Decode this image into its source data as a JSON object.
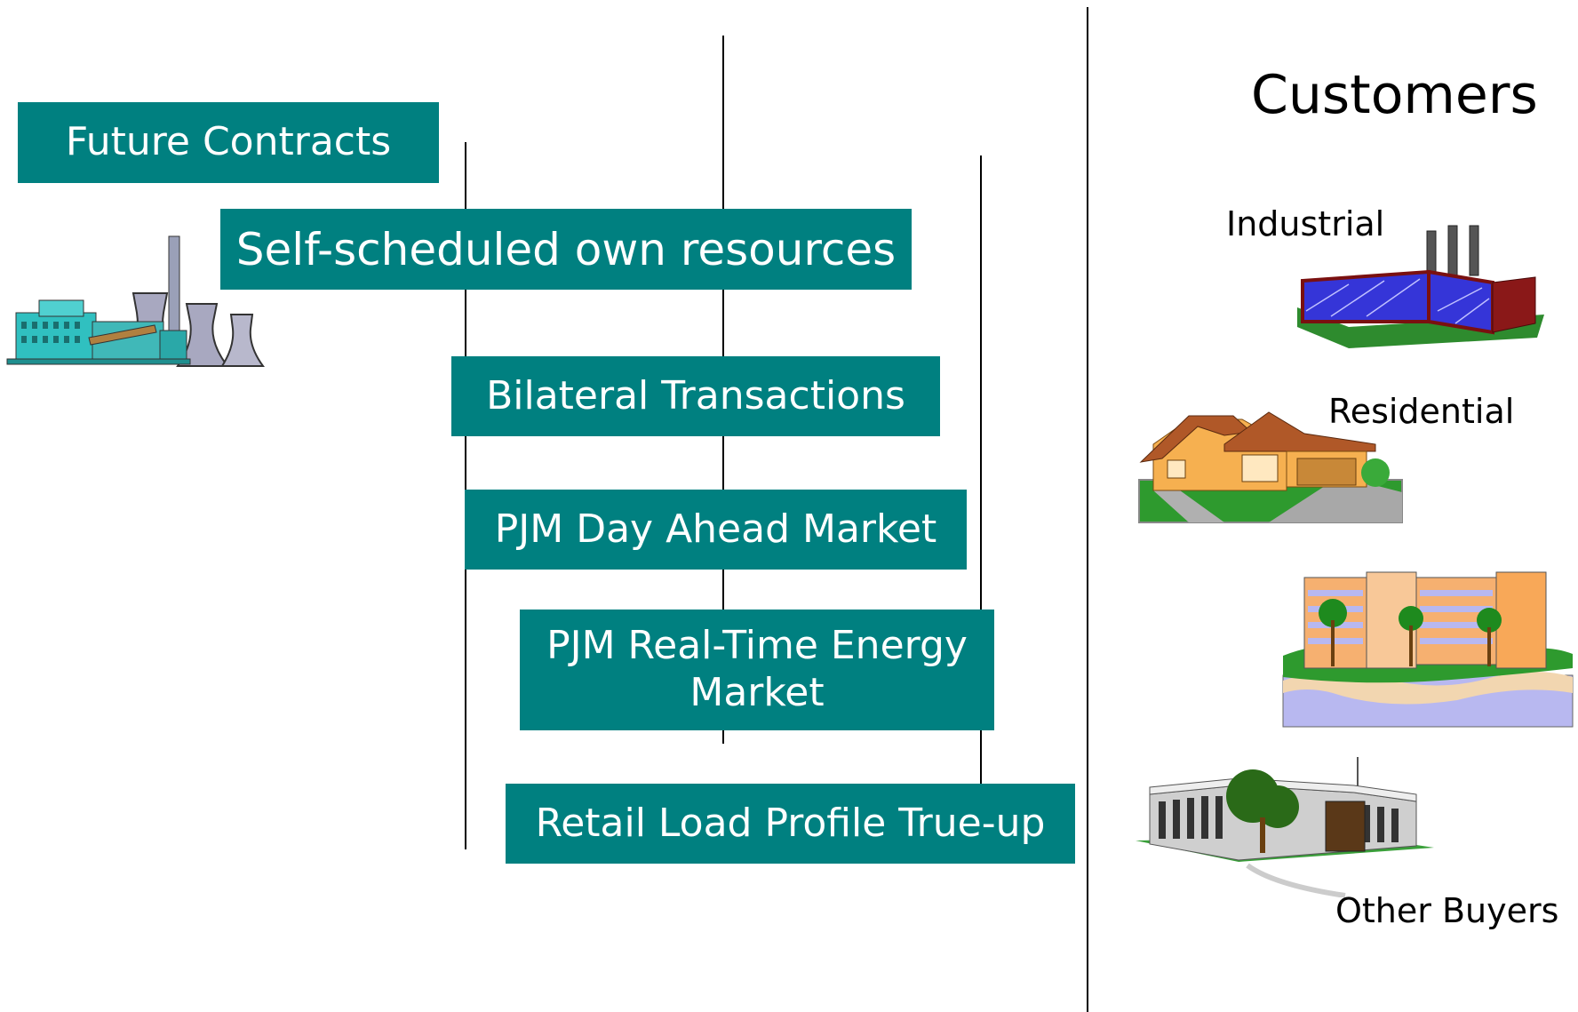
{
  "boxes": {
    "future_contracts": "Future Contracts",
    "self_scheduled": "Self-scheduled own resources",
    "bilateral": "Bilateral Transactions",
    "day_ahead": "PJM Day Ahead Market",
    "real_time_line1": "PJM Real-Time Energy",
    "real_time_line2": "Market",
    "retail_true_up": "Retail Load Profile True-up"
  },
  "customers": {
    "title": "Customers",
    "industrial": "Industrial",
    "residential": "Residential",
    "other": "Other Buyers"
  },
  "colors": {
    "box": "#008080",
    "text": "#ffffff"
  },
  "icons": [
    "power-plant-icon",
    "factory-icon",
    "house-icon",
    "resort-building-icon",
    "office-building-icon"
  ]
}
